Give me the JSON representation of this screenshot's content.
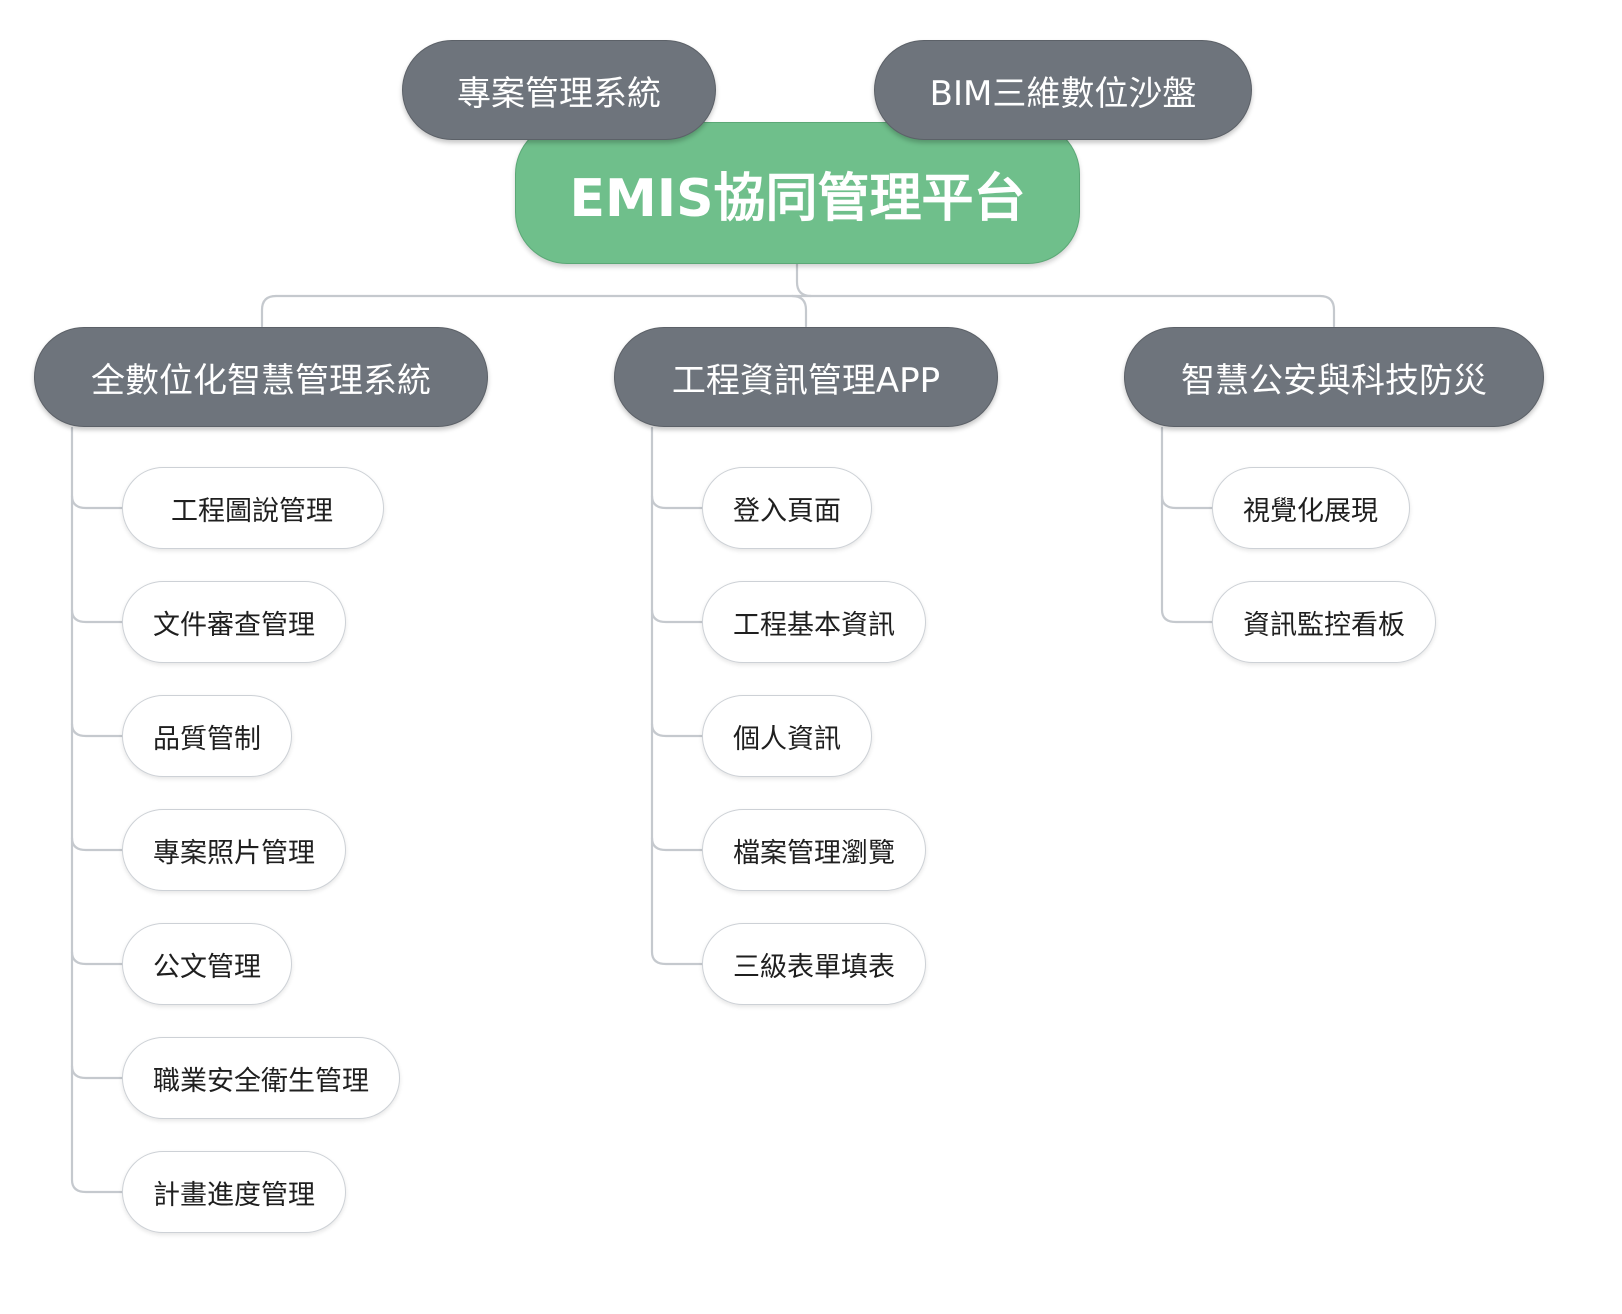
{
  "top_nodes": [
    {
      "label": "專案管理系統"
    },
    {
      "label": "BIM三維數位沙盤"
    }
  ],
  "root": {
    "label": "EMIS協同管理平台"
  },
  "branches": [
    {
      "label": "全數位化智慧管理系統",
      "items": [
        "工程圖說管理",
        "文件審查管理",
        "品質管制",
        "專案照片管理",
        "公文管理",
        "職業安全衛生管理",
        "計畫進度管理"
      ]
    },
    {
      "label": "工程資訊管理APP",
      "items": [
        "登入頁面",
        "工程基本資訊",
        "個人資訊",
        "檔案管理瀏覽",
        "三級表單填表"
      ]
    },
    {
      "label": "智慧公安與科技防災",
      "items": [
        "視覺化展現",
        "資訊監控看板"
      ]
    }
  ],
  "colors": {
    "root_fill": "#6fbf8b",
    "branch_fill": "#6e747c",
    "leaf_fill": "#ffffff",
    "connector": "#c8ccd1"
  }
}
